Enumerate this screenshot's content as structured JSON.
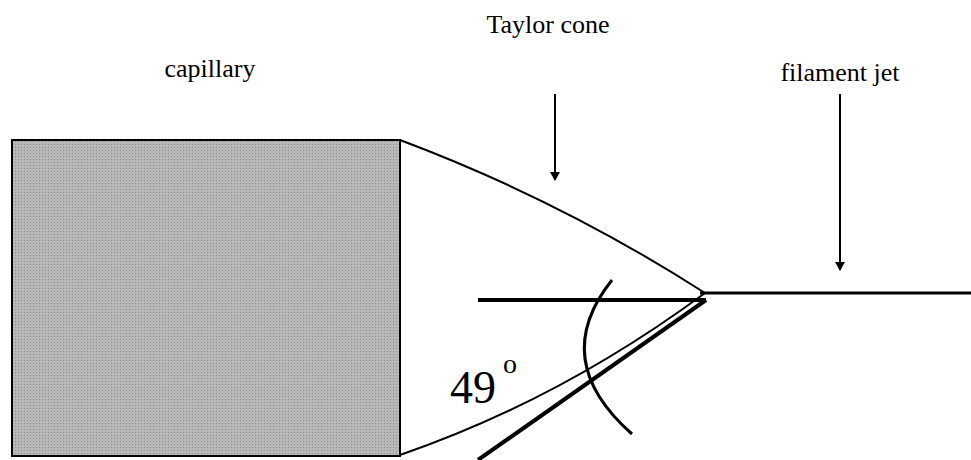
{
  "diagram": {
    "labels": [
      "capillary",
      "Taylor cone",
      "filament jet",
      "49",
      "o"
    ]
  }
}
